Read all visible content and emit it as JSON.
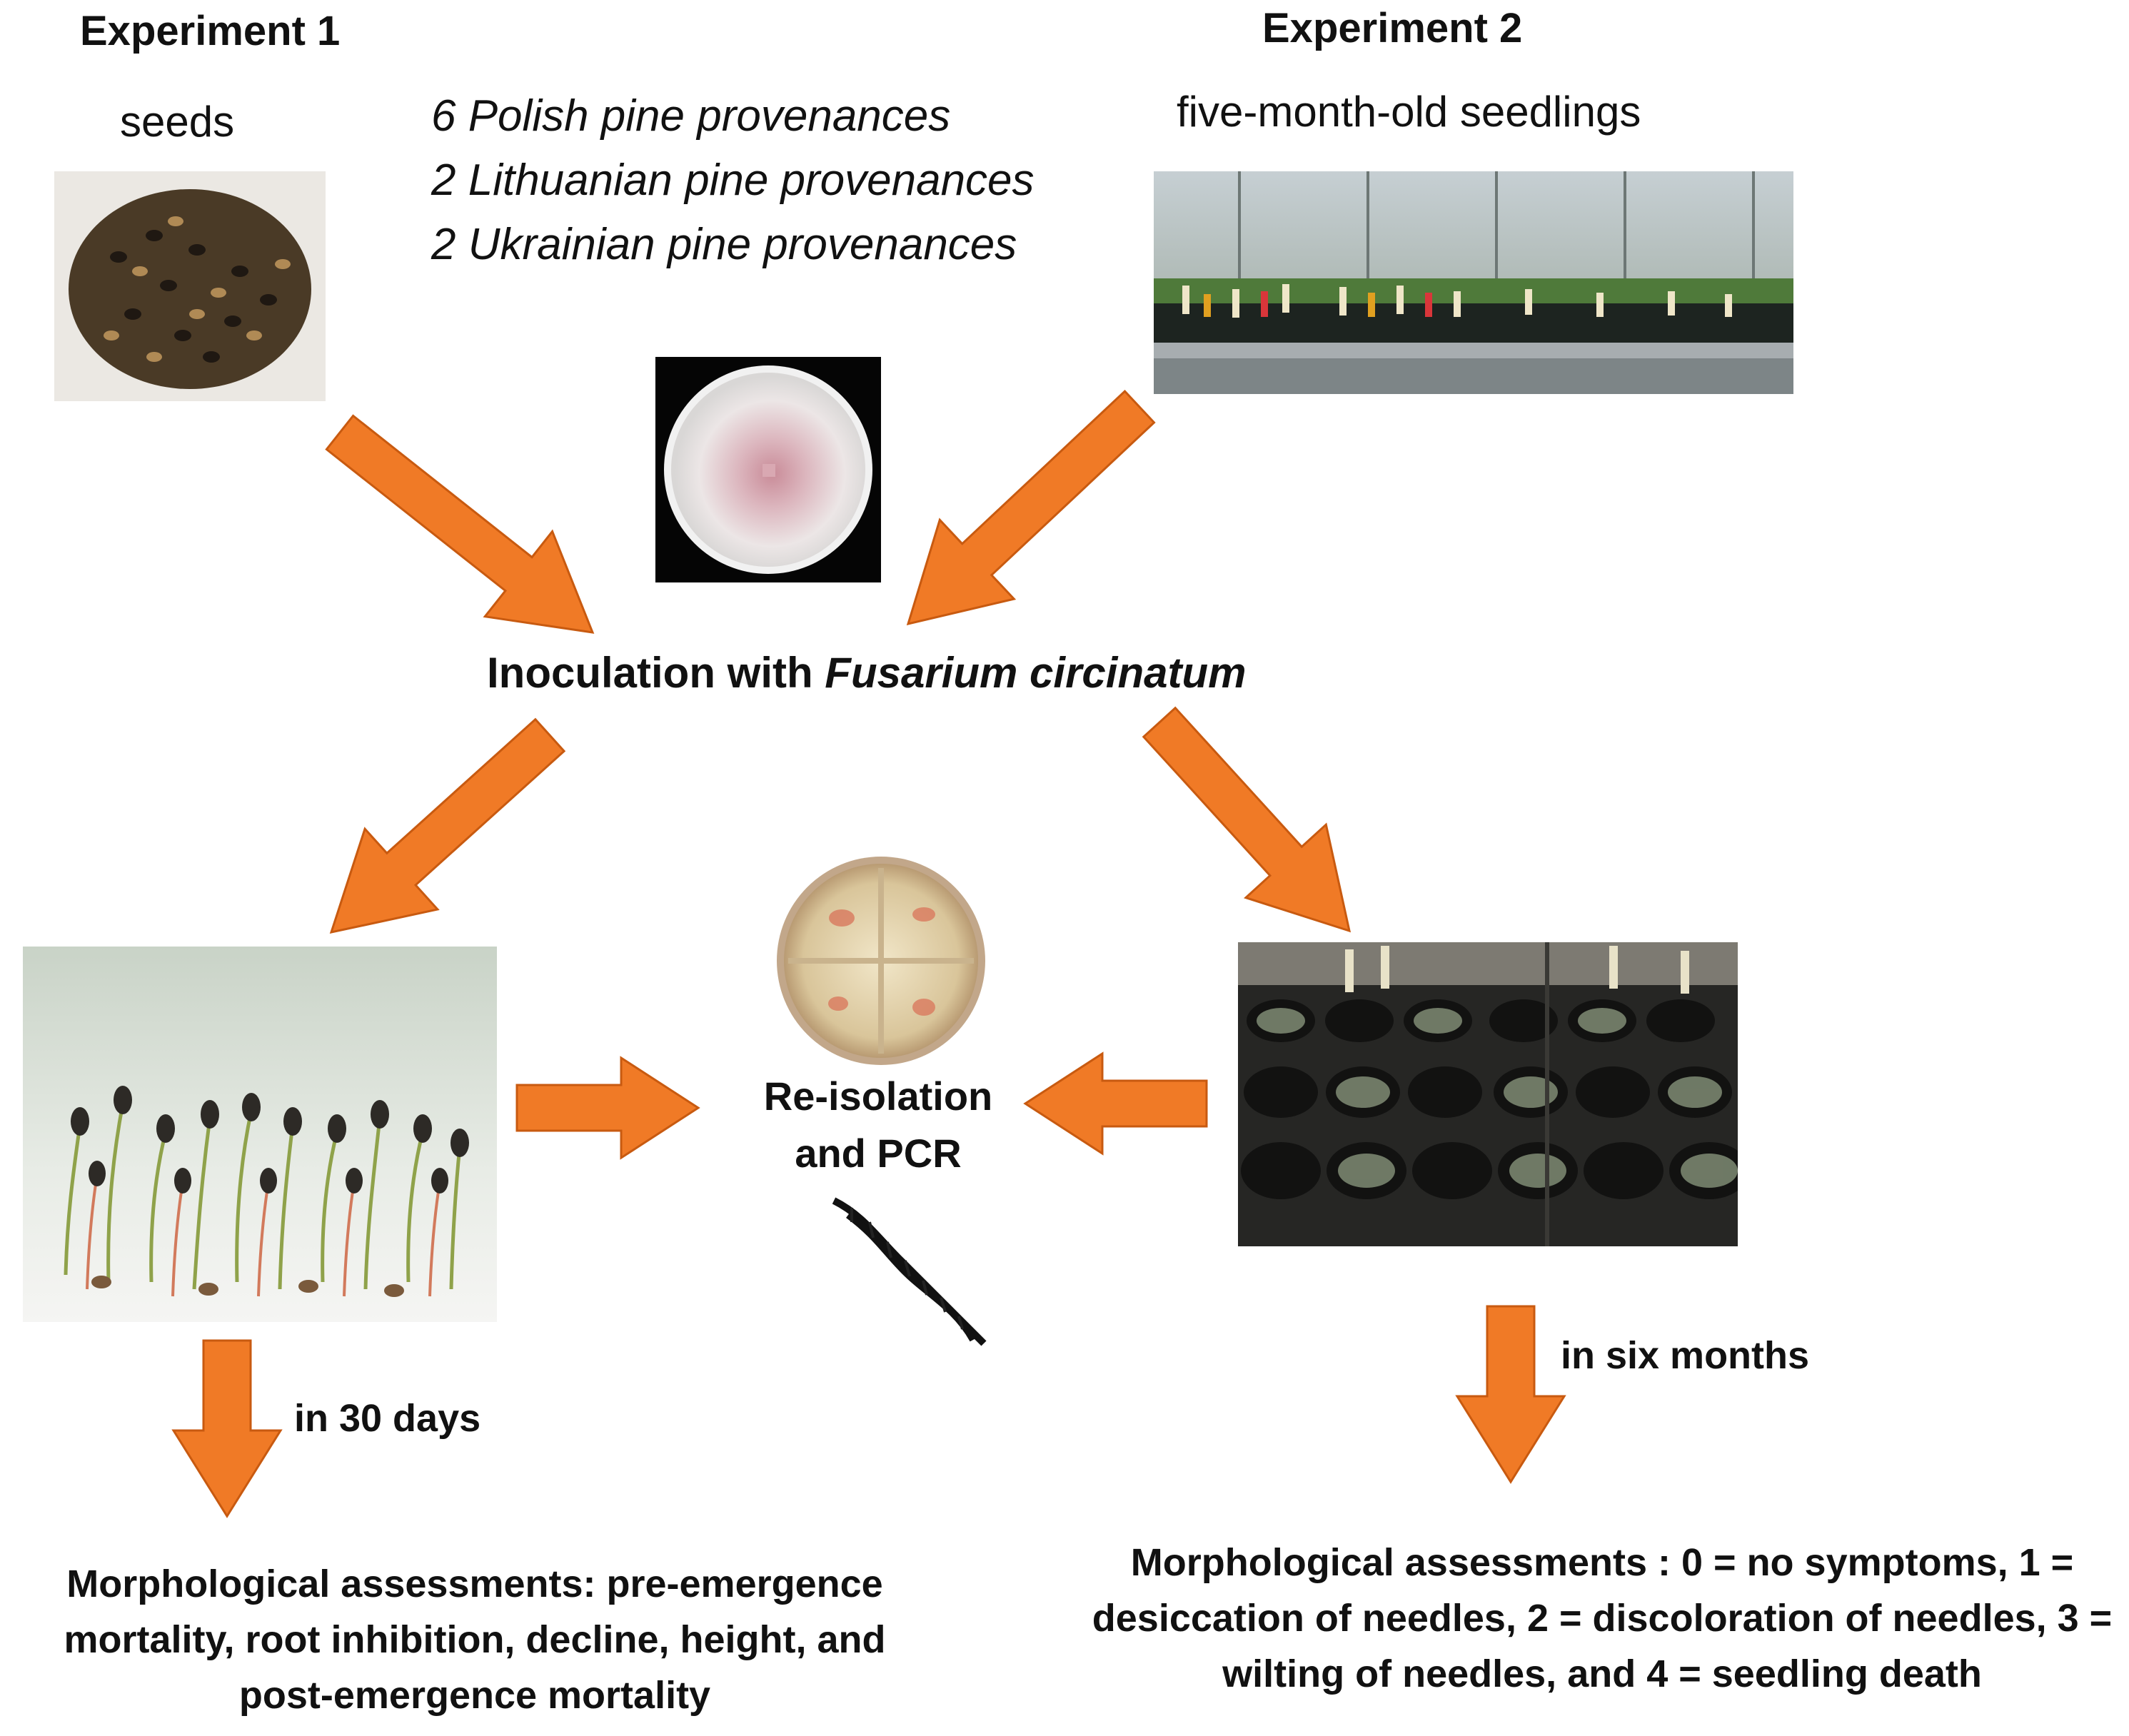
{
  "experiment1": {
    "heading": "Experiment 1",
    "material": "seeds",
    "duration": "in 30 days",
    "assessment": "Morphological assessments: pre-emergence mortality, root inhibition, decline, height, and post-emergence mortality"
  },
  "experiment2": {
    "heading": "Experiment 2",
    "material": "five-month-old seedlings",
    "duration": "in six months",
    "assessment": "Morphological assessments : 0 = no symptoms, 1 = desiccation of needles, 2 = discoloration of needles, 3 = wilting of needles, and 4 = seedling death"
  },
  "provenances": [
    "6 Polish pine provenances",
    "2 Lithuanian pine provenances",
    "2 Ukrainian pine provenances"
  ],
  "inoculation": {
    "prefix": "Inoculation with ",
    "pathogen": "Fusarium circinatum"
  },
  "reisolation": {
    "line1": "Re-isolation",
    "line2": "and PCR"
  },
  "colors": {
    "arrow": "#f07a26",
    "arrow_edge": "#c85a10"
  }
}
